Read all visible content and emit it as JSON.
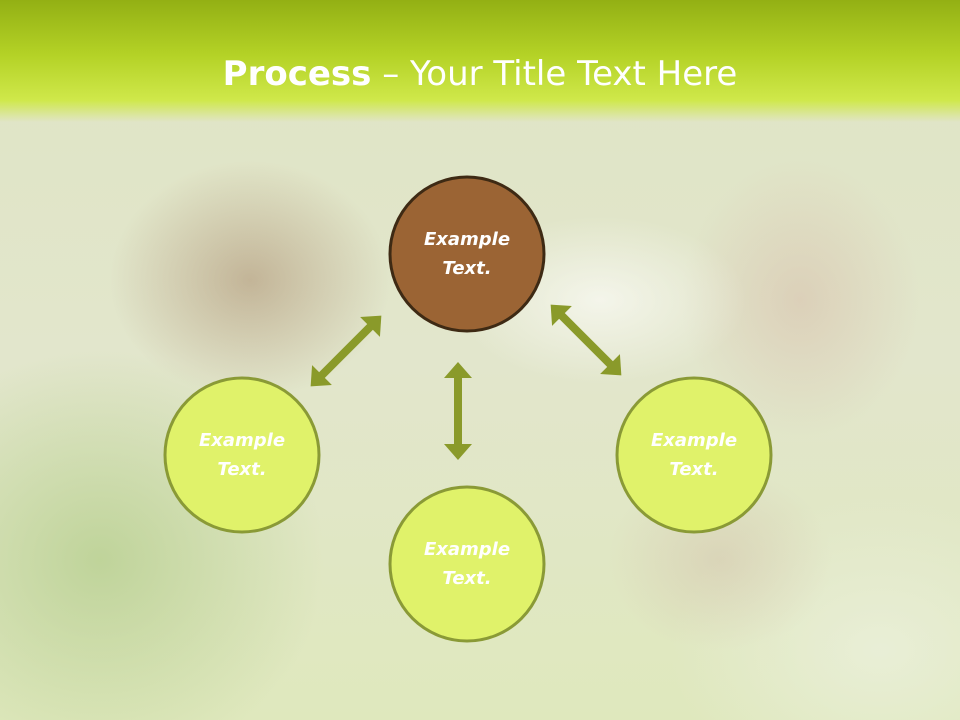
{
  "slide": {
    "title_bold": "Process",
    "title_dash": " – ",
    "title_rest": "Your Title Text Here"
  },
  "colors": {
    "header": "#b4d226",
    "center_fill": "#9b6434",
    "center_stroke": "#3e2a14",
    "node_fill": "#e0f26a",
    "node_stroke": "#8a9a36",
    "arrow": "#8a9a2a"
  },
  "nodes": [
    {
      "id": "center",
      "label_line1": "Example",
      "label_line2": "Text."
    },
    {
      "id": "left",
      "label_line1": "Example",
      "label_line2": "Text."
    },
    {
      "id": "bottom",
      "label_line1": "Example",
      "label_line2": "Text."
    },
    {
      "id": "right",
      "label_line1": "Example",
      "label_line2": "Text."
    }
  ]
}
